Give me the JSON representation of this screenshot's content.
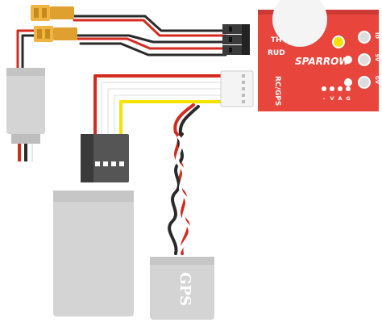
{
  "board": {
    "name": "SPARROW",
    "port_label": "RC/GPS",
    "header_labels": [
      "TH",
      "RUD"
    ],
    "pin_labels": [
      "-",
      "V",
      "A",
      "G"
    ],
    "right_labels": [
      "ID",
      "5V",
      "GV"
    ]
  },
  "gps_module": {
    "label": "GPS"
  },
  "colors": {
    "board": "#e8453d",
    "wire_red": "#d42a1f",
    "wire_black": "#2a2a2a",
    "wire_white": "#ffffff",
    "wire_yellow": "#f4e300",
    "xt_connector": "#f0b540",
    "module_gray": "#d4d4d4"
  }
}
